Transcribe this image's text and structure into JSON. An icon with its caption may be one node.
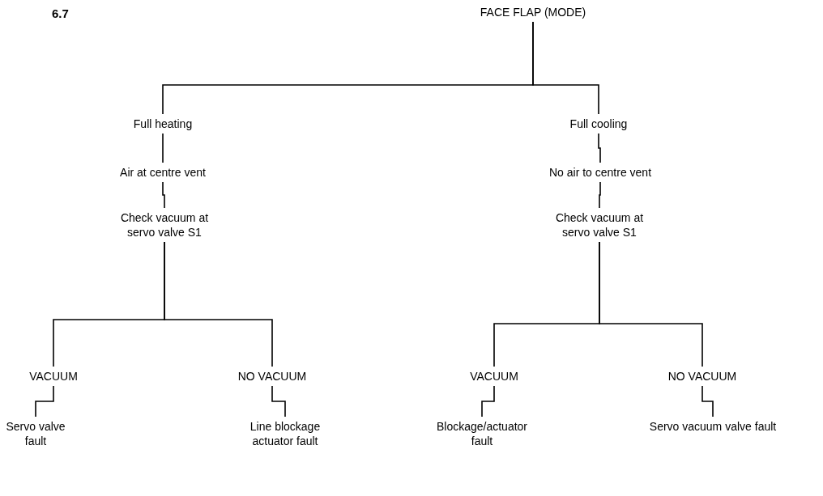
{
  "diagram": {
    "nodes": [
      {
        "text": [
          "FACE FLAP (MODE)"
        ]
      },
      {
        "text": [
          "Full heating"
        ]
      },
      {
        "text": [
          "Air at centre vent"
        ]
      },
      {
        "text": [
          "Check vacuum at servo valve S1"
        ]
      },
      {
        "text": [
          "VACUUM"
        ]
      },
      {
        "text": [
          "Servo valve fault"
        ]
      },
      {
        "text": [
          "NO VACUUM"
        ]
      },
      {
        "text": [
          "Line blockage actuator fault"
        ]
      },
      {
        "text": [
          "Full cooling"
        ]
      },
      {
        "text": [
          "No air to centre vent"
        ]
      },
      {
        "text": [
          "Check vacuum at servo valve S1"
        ]
      },
      {
        "text": [
          "VACUUM"
        ]
      },
      {
        "text": [
          "Blockage/actuator fault"
        ]
      },
      {
        "text": [
          "NO VACUUM"
        ]
      },
      {
        "text": [
          "Servo vacuum valve fault"
        ]
      }
    ],
    "edges": [
      {
        "from": 0,
        "to": 1,
        "arrow": "none"
      },
      {
        "from": 0,
        "to": 8,
        "arrow": "none"
      },
      {
        "from": 1,
        "to": 2,
        "arrow": "none"
      },
      {
        "from": 2,
        "to": 3,
        "arrow": "none"
      },
      {
        "from": 3,
        "to": 4,
        "arrow": "none"
      },
      {
        "from": 3,
        "to": 6,
        "arrow": "none"
      },
      {
        "from": 4,
        "to": 5,
        "arrow": "none"
      },
      {
        "from": 6,
        "to": 7,
        "arrow": "none"
      },
      {
        "from": 8,
        "to": 9,
        "arrow": "none"
      },
      {
        "from": 9,
        "to": 10,
        "arrow": "none"
      },
      {
        "from": 10,
        "to": 11,
        "arrow": "none"
      },
      {
        "from": 10,
        "to": 13,
        "arrow": "none"
      },
      {
        "from": 11,
        "to": 12,
        "arrow": "none"
      },
      {
        "from": 13,
        "to": 14,
        "arrow": "none"
      }
    ],
    "labels": [
      "6.7"
    ]
  }
}
